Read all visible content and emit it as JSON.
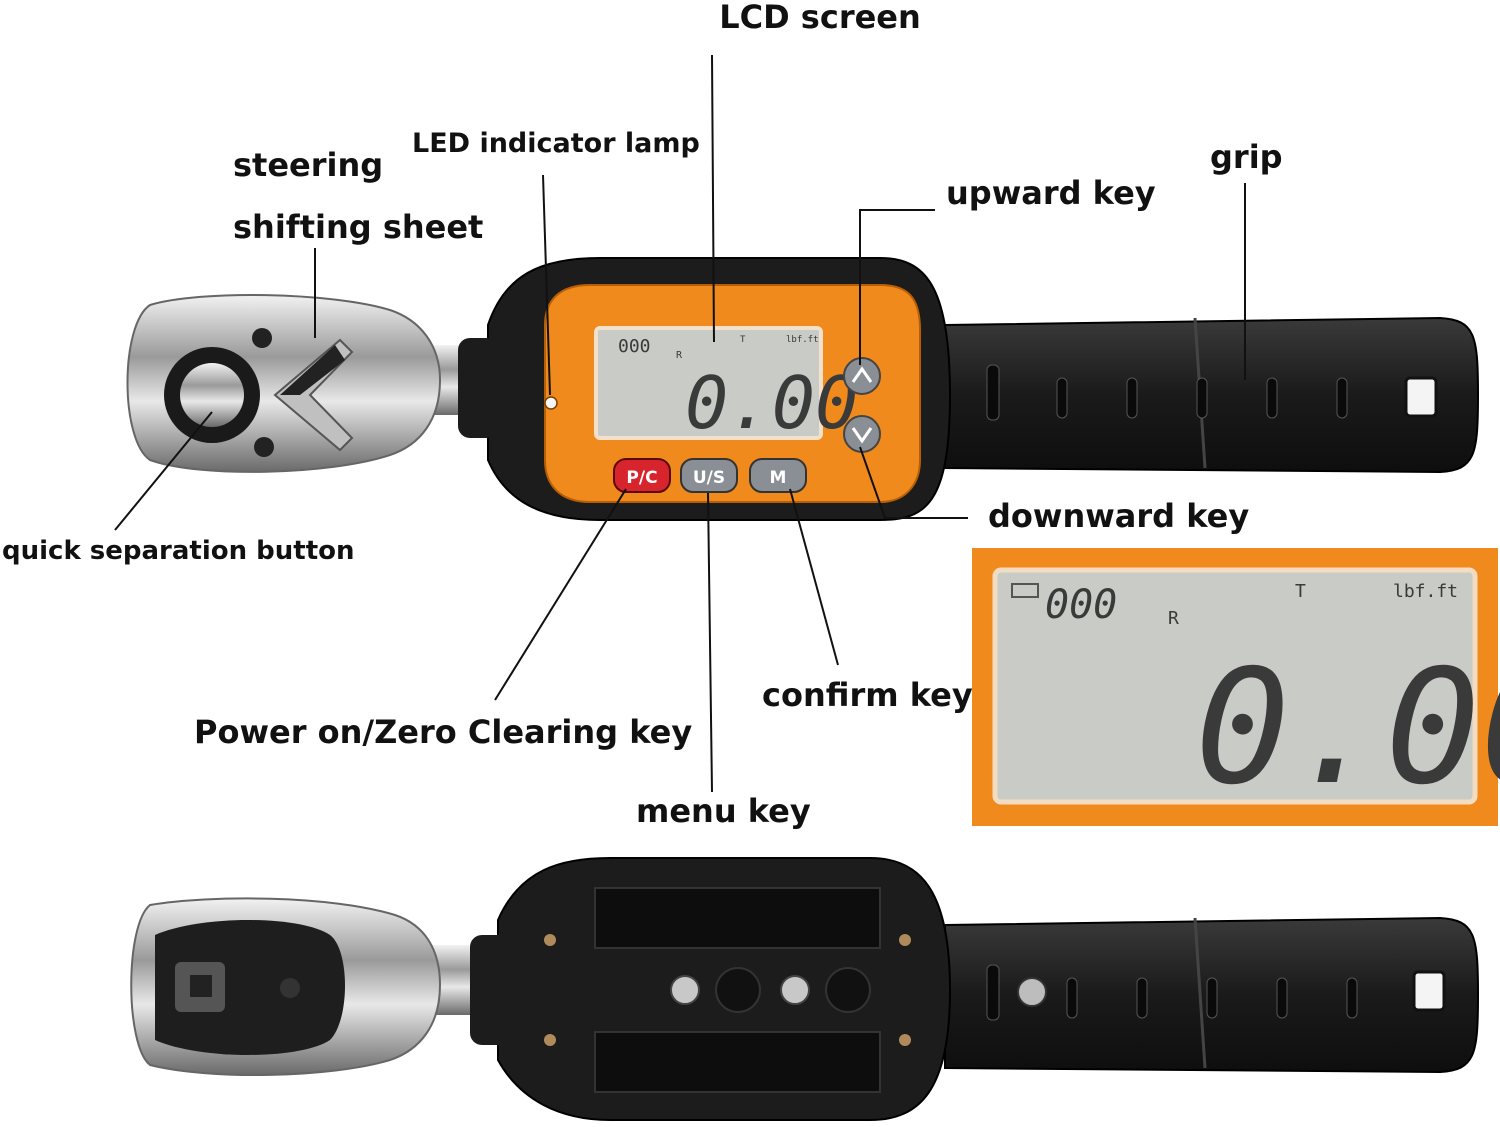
{
  "labels": {
    "lcd_screen": "LCD screen",
    "led_lamp": "LED indicator lamp",
    "steering": "steering",
    "shifting_sheet": "shifting sheet",
    "grip": "grip",
    "upward_key": "upward key",
    "downward_key": "downward key",
    "quick_separation": "quick separation button",
    "confirm_key": "confirm key",
    "power_zero": "Power on/Zero Clearing key",
    "menu_key": "menu key"
  },
  "device": {
    "keys": {
      "pc": "P/C",
      "us": "U/S",
      "m": "M"
    },
    "display": {
      "counter": "000",
      "reading": "0.00",
      "r": "R",
      "t": "T",
      "unit": "lbf.ft"
    }
  },
  "colors": {
    "housing_orange": "#f08a1c",
    "body_black": "#1c1c1c",
    "lcd_gray": "#c9cbc6",
    "pc_key_red": "#d8242c",
    "key_gray": "#8a8f96"
  }
}
